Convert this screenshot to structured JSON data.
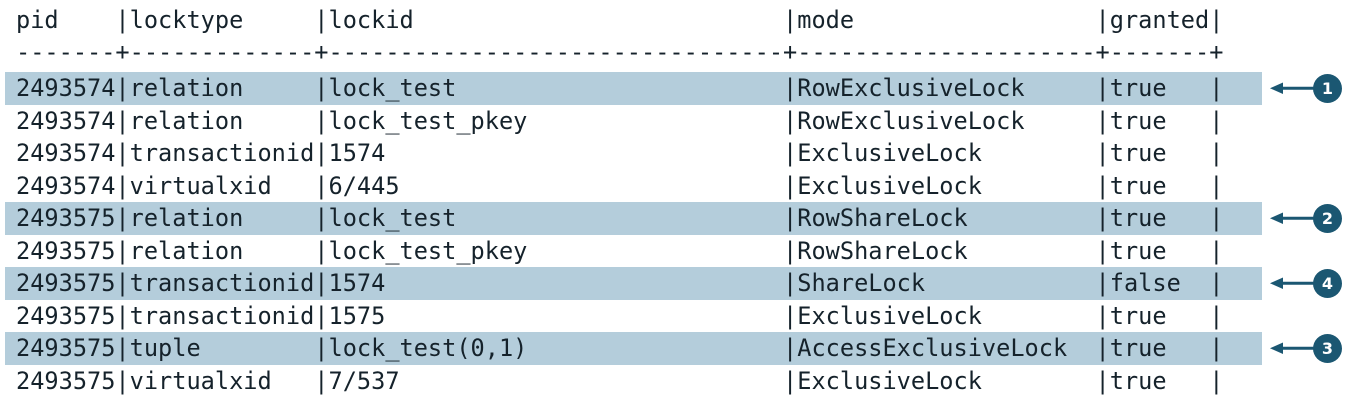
{
  "terminal": {
    "type": "psql-query-result",
    "font": "monospace",
    "background_color": "#ffffff",
    "text_color": "#15222b",
    "highlight_color": "#b4cddb",
    "callout_color": "#1b5772"
  },
  "table": {
    "columns": [
      {
        "name": "pid",
        "label": "pid",
        "width": 7
      },
      {
        "name": "locktype",
        "label": "locktype",
        "width": 13
      },
      {
        "name": "lockid",
        "label": "lockid",
        "width": 32
      },
      {
        "name": "mode",
        "label": "mode",
        "width": 16
      },
      {
        "name": "granted",
        "label": "granted",
        "width": 7
      }
    ],
    "header_line": "pid    |locktype     |lockid                          |mode                 |granted|",
    "divider_line": "-------+-------------+--------------------------------+---------------------+-------+",
    "rows": [
      {
        "line": "2493574|relation     |lock_test                       |RowExclusiveLock     |true   |",
        "pid": "2493574",
        "locktype": "relation",
        "lockid": "lock_test",
        "mode": "RowExclusiveLock",
        "granted": "true",
        "highlighted": true,
        "callout": "1"
      },
      {
        "line": "2493574|relation     |lock_test_pkey                  |RowExclusiveLock     |true   |",
        "pid": "2493574",
        "locktype": "relation",
        "lockid": "lock_test_pkey",
        "mode": "RowExclusiveLock",
        "granted": "true",
        "highlighted": false,
        "callout": null
      },
      {
        "line": "2493574|transactionid|1574                            |ExclusiveLock        |true   |",
        "pid": "2493574",
        "locktype": "transactionid",
        "lockid": "1574",
        "mode": "ExclusiveLock",
        "granted": "true",
        "highlighted": false,
        "callout": null
      },
      {
        "line": "2493574|virtualxid   |6/445                           |ExclusiveLock        |true   |",
        "pid": "2493574",
        "locktype": "virtualxid",
        "lockid": "6/445",
        "mode": "ExclusiveLock",
        "granted": "true",
        "highlighted": false,
        "callout": null
      },
      {
        "line": "2493575|relation     |lock_test                       |RowShareLock         |true   |",
        "pid": "2493575",
        "locktype": "relation",
        "lockid": "lock_test",
        "mode": "RowShareLock",
        "granted": "true",
        "highlighted": true,
        "callout": "2"
      },
      {
        "line": "2493575|relation     |lock_test_pkey                  |RowShareLock         |true   |",
        "pid": "2493575",
        "locktype": "relation",
        "lockid": "lock_test_pkey",
        "mode": "RowShareLock",
        "granted": "true",
        "highlighted": false,
        "callout": null
      },
      {
        "line": "2493575|transactionid|1574                            |ShareLock            |false  |",
        "pid": "2493575",
        "locktype": "transactionid",
        "lockid": "1574",
        "mode": "ShareLock",
        "granted": "false",
        "highlighted": true,
        "callout": "4"
      },
      {
        "line": "2493575|transactionid|1575                            |ExclusiveLock        |true   |",
        "pid": "2493575",
        "locktype": "transactionid",
        "lockid": "1575",
        "mode": "ExclusiveLock",
        "granted": "true",
        "highlighted": false,
        "callout": null
      },
      {
        "line": "2493575|tuple        |lock_test(0,1)                  |AccessExclusiveLock  |true   |",
        "pid": "2493575",
        "locktype": "tuple",
        "lockid": "lock_test(0,1)",
        "mode": "AccessExclusiveLock",
        "granted": "true",
        "highlighted": true,
        "callout": "3"
      },
      {
        "line": "2493575|virtualxid   |7/537                           |ExclusiveLock        |true   |",
        "pid": "2493575",
        "locktype": "virtualxid",
        "lockid": "7/537",
        "mode": "ExclusiveLock",
        "granted": "true",
        "highlighted": false,
        "callout": null
      }
    ]
  },
  "callouts": [
    {
      "number": "1",
      "target_row": 0,
      "label": "callout-1"
    },
    {
      "number": "2",
      "target_row": 4,
      "label": "callout-2"
    },
    {
      "number": "4",
      "target_row": 6,
      "label": "callout-4"
    },
    {
      "number": "3",
      "target_row": 8,
      "label": "callout-3"
    }
  ]
}
